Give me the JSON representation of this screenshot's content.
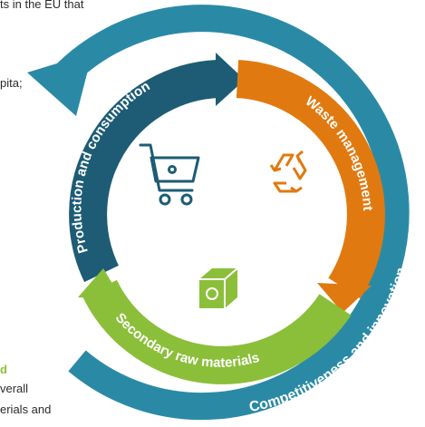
{
  "left_text": {
    "line1": "ts in the EU that",
    "line2": "pita;",
    "line3": "d",
    "line4": "verall",
    "line5": "erials and"
  },
  "diagram": {
    "segments": [
      {
        "label": "Production and consumption",
        "color": "#1d5c74"
      },
      {
        "label": "Waste management",
        "color": "#e07a10"
      },
      {
        "label": "Secondary raw materials",
        "color": "#8bbf3a"
      }
    ],
    "outer_ring": {
      "label": "Competitiveness and innovation",
      "color": "#2a8aa6"
    },
    "icons": [
      "shopping-cart-icon",
      "recycle-icon",
      "box-icon"
    ],
    "colors": {
      "cart": "#1d5c74",
      "recycle": "#e07a10",
      "box": "#8bbf3a"
    }
  }
}
